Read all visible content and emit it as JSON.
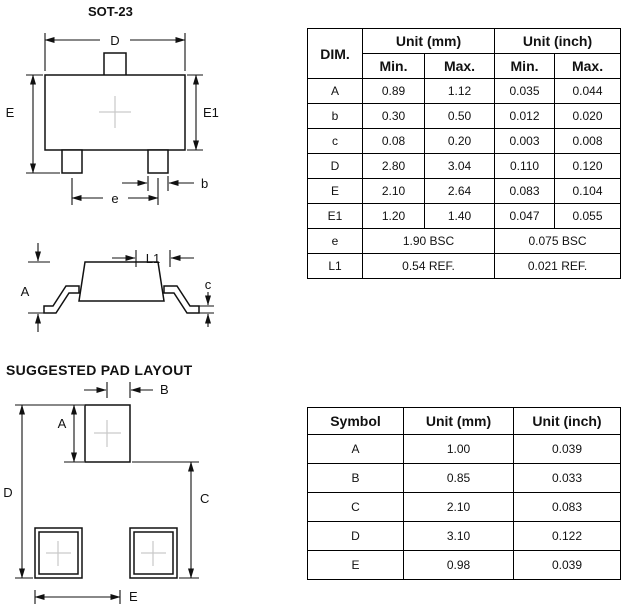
{
  "page": {
    "title": "SOT-23",
    "pad_layout_heading": "SUGGESTED PAD LAYOUT"
  },
  "labels": {
    "top_view": {
      "d": "D",
      "e": "E",
      "e1": "E1",
      "b": "b",
      "pitch_e": "e"
    },
    "side_view": {
      "a": "A",
      "l1": "L1",
      "c": "c"
    },
    "pad_layout": {
      "a": "A",
      "b": "B",
      "c": "C",
      "d": "D",
      "e": "E"
    }
  },
  "dim_table": {
    "header": {
      "dim": "DIM.",
      "unit_mm": "Unit (mm)",
      "unit_inch": "Unit (inch)",
      "min": "Min.",
      "max": "Max."
    },
    "rows": [
      {
        "dim": "A",
        "mm_min": "0.89",
        "mm_max": "1.12",
        "inch_min": "0.035",
        "inch_max": "0.044"
      },
      {
        "dim": "b",
        "mm_min": "0.30",
        "mm_max": "0.50",
        "inch_min": "0.012",
        "inch_max": "0.020"
      },
      {
        "dim": "c",
        "mm_min": "0.08",
        "mm_max": "0.20",
        "inch_min": "0.003",
        "inch_max": "0.008"
      },
      {
        "dim": "D",
        "mm_min": "2.80",
        "mm_max": "3.04",
        "inch_min": "0.110",
        "inch_max": "0.120"
      },
      {
        "dim": "E",
        "mm_min": "2.10",
        "mm_max": "2.64",
        "inch_min": "0.083",
        "inch_max": "0.104"
      },
      {
        "dim": "E1",
        "mm_min": "1.20",
        "mm_max": "1.40",
        "inch_min": "0.047",
        "inch_max": "0.055"
      },
      {
        "dim": "e",
        "mm": "1.90 BSC",
        "inch": "0.075 BSC"
      },
      {
        "dim": "L1",
        "mm": "0.54 REF.",
        "inch": "0.021 REF."
      }
    ]
  },
  "pad_table": {
    "header": {
      "symbol": "Symbol",
      "unit_mm": "Unit (mm)",
      "unit_inch": "Unit (inch)"
    },
    "rows": [
      {
        "symbol": "A",
        "mm": "1.00",
        "inch": "0.039"
      },
      {
        "symbol": "B",
        "mm": "0.85",
        "inch": "0.033"
      },
      {
        "symbol": "C",
        "mm": "2.10",
        "inch": "0.083"
      },
      {
        "symbol": "D",
        "mm": "3.10",
        "inch": "0.122"
      },
      {
        "symbol": "E",
        "mm": "0.98",
        "inch": "0.039"
      }
    ]
  }
}
